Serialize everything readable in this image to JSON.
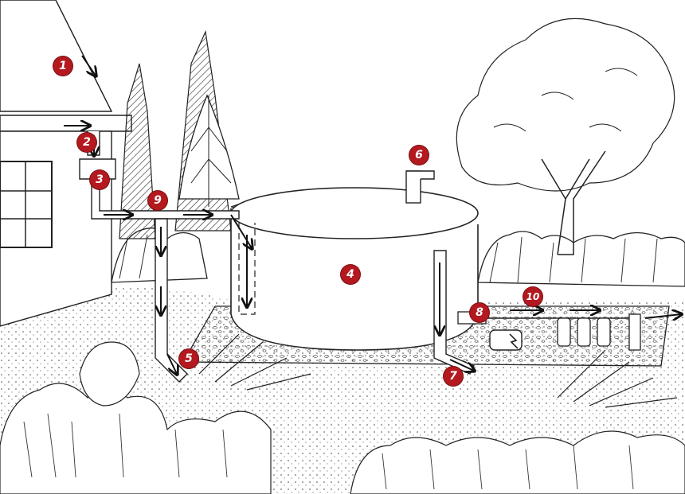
{
  "diagram": {
    "callouts": [
      {
        "id": "roof",
        "label": "1"
      },
      {
        "id": "gutter",
        "label": "2"
      },
      {
        "id": "first-flush",
        "label": "3"
      },
      {
        "id": "tank",
        "label": "4"
      },
      {
        "id": "overflow-outlet",
        "label": "5"
      },
      {
        "id": "vent",
        "label": "6"
      },
      {
        "id": "drain-outlet",
        "label": "7"
      },
      {
        "id": "pump-valve",
        "label": "8"
      },
      {
        "id": "inlet-pipe",
        "label": "9"
      },
      {
        "id": "filter-line",
        "label": "10"
      }
    ],
    "colors": {
      "callout": "#b3191f",
      "ink": "#1a1a1a",
      "paper": "#ffffff"
    }
  }
}
